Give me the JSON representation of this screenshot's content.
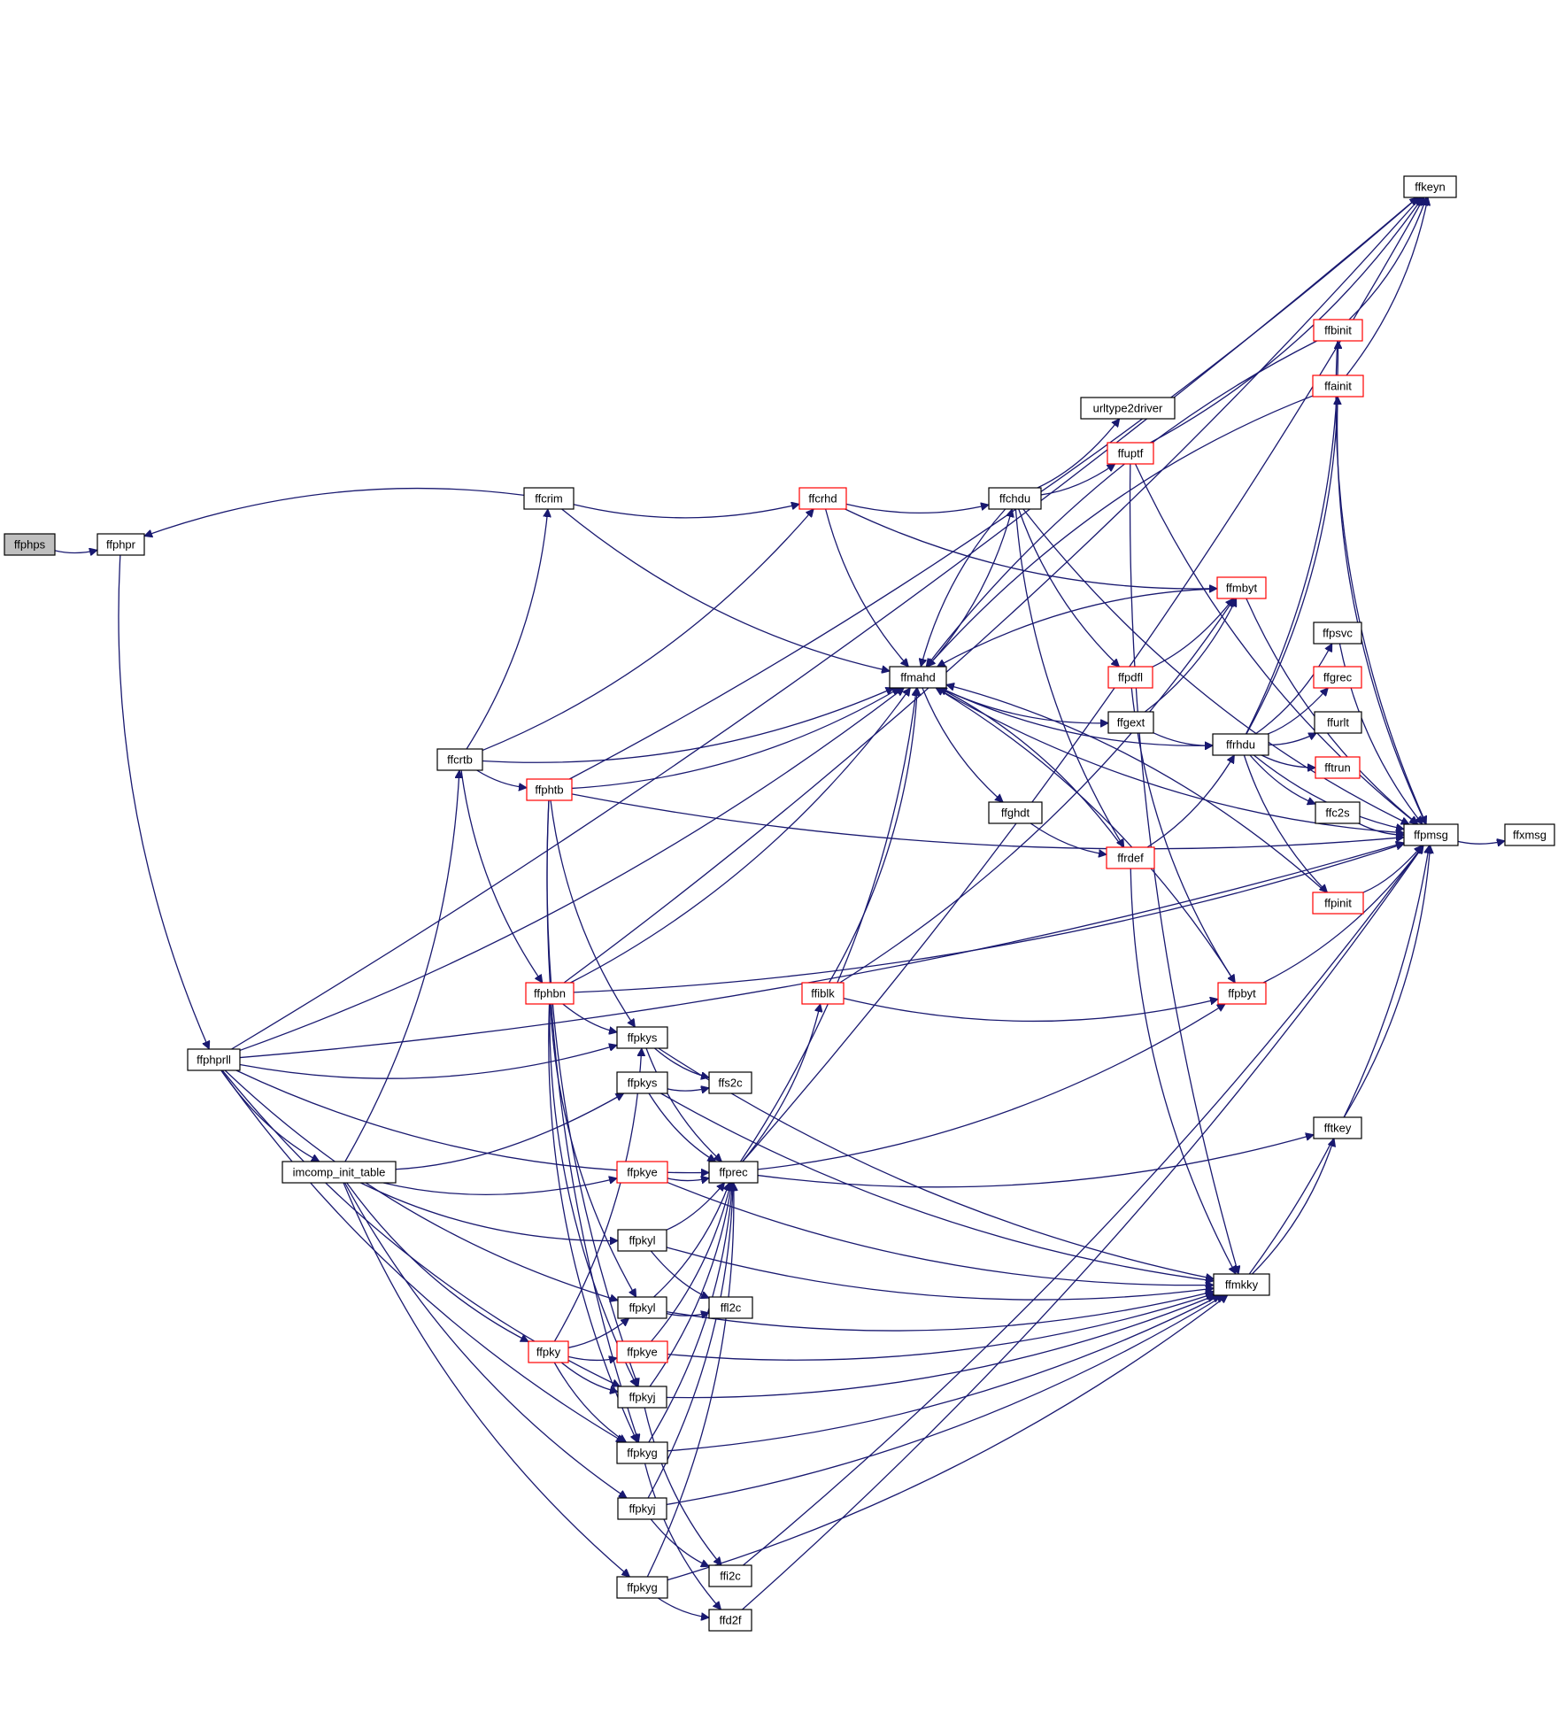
{
  "colors": {
    "edge": "#191970",
    "root_fill": "#bfbfbf",
    "node_fill": "#ffffff",
    "node_border": "#000000",
    "linked_border": "#ff0000"
  },
  "nodes": [
    {
      "id": "ffphps",
      "label": "ffphps",
      "style": "root"
    },
    {
      "id": "ffphpr",
      "label": "ffphpr",
      "style": "normal"
    },
    {
      "id": "ffphprll",
      "label": "ffphprll",
      "style": "normal"
    },
    {
      "id": "ffcrim",
      "label": "ffcrim",
      "style": "normal"
    },
    {
      "id": "ffcrtb",
      "label": "ffcrtb",
      "style": "normal"
    },
    {
      "id": "imcomp_init_table",
      "label": "imcomp_init_table",
      "style": "normal"
    },
    {
      "id": "ffphtb",
      "label": "ffphtb",
      "style": "red"
    },
    {
      "id": "ffphbn",
      "label": "ffphbn",
      "style": "red"
    },
    {
      "id": "ffpky",
      "label": "ffpky",
      "style": "red"
    },
    {
      "id": "ffpkys1",
      "label": "ffpkys",
      "style": "normal"
    },
    {
      "id": "ffpkys2",
      "label": "ffpkys",
      "style": "normal"
    },
    {
      "id": "ffpkye1",
      "label": "ffpkye",
      "style": "red"
    },
    {
      "id": "ffpkyl1",
      "label": "ffpkyl",
      "style": "normal"
    },
    {
      "id": "ffpkyl2",
      "label": "ffpkyl",
      "style": "normal"
    },
    {
      "id": "ffpkye2",
      "label": "ffpkye",
      "style": "red"
    },
    {
      "id": "ffpkyj1",
      "label": "ffpkyj",
      "style": "normal"
    },
    {
      "id": "ffpkyg1",
      "label": "ffpkyg",
      "style": "normal"
    },
    {
      "id": "ffpkyj2",
      "label": "ffpkyj",
      "style": "normal"
    },
    {
      "id": "ffpkyg2",
      "label": "ffpkyg",
      "style": "normal"
    },
    {
      "id": "ffs2c",
      "label": "ffs2c",
      "style": "normal"
    },
    {
      "id": "ffprec",
      "label": "ffprec",
      "style": "normal"
    },
    {
      "id": "ffl2c",
      "label": "ffl2c",
      "style": "normal"
    },
    {
      "id": "ffi2c",
      "label": "ffi2c",
      "style": "normal"
    },
    {
      "id": "ffd2f",
      "label": "ffd2f",
      "style": "normal"
    },
    {
      "id": "ffcrhd",
      "label": "ffcrhd",
      "style": "red"
    },
    {
      "id": "ffmahd",
      "label": "ffmahd",
      "style": "normal"
    },
    {
      "id": "ffiblk",
      "label": "ffiblk",
      "style": "red"
    },
    {
      "id": "ffchdu",
      "label": "ffchdu",
      "style": "normal"
    },
    {
      "id": "ffghdt",
      "label": "ffghdt",
      "style": "normal"
    },
    {
      "id": "urltype2driver",
      "label": "urltype2driver",
      "style": "normal"
    },
    {
      "id": "ffuptf",
      "label": "ffuptf",
      "style": "red"
    },
    {
      "id": "ffpdfl",
      "label": "ffpdfl",
      "style": "red"
    },
    {
      "id": "ffgext",
      "label": "ffgext",
      "style": "normal"
    },
    {
      "id": "ffrdef",
      "label": "ffrdef",
      "style": "red"
    },
    {
      "id": "ffmbyt",
      "label": "ffmbyt",
      "style": "red"
    },
    {
      "id": "ffrhdu",
      "label": "ffrhdu",
      "style": "normal"
    },
    {
      "id": "ffpbyt",
      "label": "ffpbyt",
      "style": "red"
    },
    {
      "id": "ffmkky",
      "label": "ffmkky",
      "style": "normal"
    },
    {
      "id": "fftkey",
      "label": "fftkey",
      "style": "normal"
    },
    {
      "id": "ffbinit",
      "label": "ffbinit",
      "style": "red"
    },
    {
      "id": "ffainit",
      "label": "ffainit",
      "style": "red"
    },
    {
      "id": "ffpsvc",
      "label": "ffpsvc",
      "style": "normal"
    },
    {
      "id": "ffgrec",
      "label": "ffgrec",
      "style": "red"
    },
    {
      "id": "ffurlt",
      "label": "ffurlt",
      "style": "normal"
    },
    {
      "id": "fftrun",
      "label": "fftrun",
      "style": "red"
    },
    {
      "id": "ffc2s",
      "label": "ffc2s",
      "style": "normal"
    },
    {
      "id": "ffpinit",
      "label": "ffpinit",
      "style": "red"
    },
    {
      "id": "ffkeyn",
      "label": "ffkeyn",
      "style": "normal"
    },
    {
      "id": "ffpmsg",
      "label": "ffpmsg",
      "style": "normal"
    },
    {
      "id": "ffxmsg",
      "label": "ffxmsg",
      "style": "normal"
    }
  ],
  "edges": [
    [
      "ffphps",
      "ffphpr"
    ],
    [
      "ffphpr",
      "ffphprll"
    ],
    [
      "ffcrim",
      "ffphpr"
    ],
    [
      "ffcrim",
      "ffcrhd"
    ],
    [
      "ffcrim",
      "ffmahd"
    ],
    [
      "ffcrtb",
      "ffcrim"
    ],
    [
      "ffcrtb",
      "ffcrhd"
    ],
    [
      "ffcrtb",
      "ffmahd"
    ],
    [
      "ffcrtb",
      "ffphtb"
    ],
    [
      "ffcrtb",
      "ffphbn"
    ],
    [
      "imcomp_init_table",
      "ffcrtb"
    ],
    [
      "imcomp_init_table",
      "ffpkys2"
    ],
    [
      "imcomp_init_table",
      "ffpkye1"
    ],
    [
      "imcomp_init_table",
      "ffpkyl1"
    ],
    [
      "imcomp_init_table",
      "ffpky"
    ],
    [
      "imcomp_init_table",
      "ffpkyj2"
    ],
    [
      "imcomp_init_table",
      "ffpkyg2"
    ],
    [
      "imcomp_init_table",
      "ffpkeyn"
    ],
    [
      "ffphprll",
      "ffkeyn"
    ],
    [
      "ffphprll",
      "ffpmsg"
    ],
    [
      "ffphprll",
      "ffmahd"
    ],
    [
      "ffphprll",
      "ffpkys1"
    ],
    [
      "ffphprll",
      "ffprec"
    ],
    [
      "ffphprll",
      "imcomp_init_table"
    ],
    [
      "ffphprll",
      "ffpkyl2"
    ],
    [
      "ffphprll",
      "ffpkyj1"
    ],
    [
      "ffphprll",
      "ffpkyg1"
    ],
    [
      "ffphtb",
      "ffkeyn"
    ],
    [
      "ffphtb",
      "ffmahd"
    ],
    [
      "ffphtb",
      "ffpmsg"
    ],
    [
      "ffphtb",
      "ffpkys1"
    ],
    [
      "ffphtb",
      "ffpkyj1"
    ],
    [
      "ffphtb",
      "ffpkyg1"
    ],
    [
      "ffphbn",
      "ffkeyn"
    ],
    [
      "ffphbn",
      "ffmahd"
    ],
    [
      "ffphbn",
      "ffpmsg"
    ],
    [
      "ffphbn",
      "ffpkys1"
    ],
    [
      "ffphbn",
      "ffpkyj1"
    ],
    [
      "ffphbn",
      "ffpkyg1"
    ],
    [
      "ffphbn",
      "ffpkyl2"
    ],
    [
      "ffpky",
      "ffpkys1"
    ],
    [
      "ffpky",
      "ffpkyl2"
    ],
    [
      "ffpky",
      "ffpkye2"
    ],
    [
      "ffpky",
      "ffpkyj1"
    ],
    [
      "ffpky",
      "ffpkyg1"
    ],
    [
      "ffpkys1",
      "ffs2c"
    ],
    [
      "ffpkys1",
      "ffprec"
    ],
    [
      "ffpkys1",
      "ffmkky"
    ],
    [
      "ffpkys2",
      "ffs2c"
    ],
    [
      "ffpkys2",
      "ffprec"
    ],
    [
      "ffpkys2",
      "ffmkky"
    ],
    [
      "ffpkye1",
      "ffprec"
    ],
    [
      "ffpkye1",
      "ffmkky"
    ],
    [
      "ffpkyl1",
      "ffprec"
    ],
    [
      "ffpkyl1",
      "ffl2c"
    ],
    [
      "ffpkyl1",
      "ffmkky"
    ],
    [
      "ffpkyl2",
      "ffprec"
    ],
    [
      "ffpkyl2",
      "ffl2c"
    ],
    [
      "ffpkyl2",
      "ffmkky"
    ],
    [
      "ffpkye2",
      "ffprec"
    ],
    [
      "ffpkye2",
      "ffmkky"
    ],
    [
      "ffpkyj1",
      "ffprec"
    ],
    [
      "ffpkyj1",
      "ffi2c"
    ],
    [
      "ffpkyj1",
      "ffmkky"
    ],
    [
      "ffpkyg1",
      "ffprec"
    ],
    [
      "ffpkyg1",
      "ffd2f"
    ],
    [
      "ffpkyg1",
      "ffmkky"
    ],
    [
      "ffpkyj2",
      "ffprec"
    ],
    [
      "ffpkyj2",
      "ffi2c"
    ],
    [
      "ffpkyj2",
      "ffmkky"
    ],
    [
      "ffpkyg2",
      "ffprec"
    ],
    [
      "ffpkyg2",
      "ffd2f"
    ],
    [
      "ffpkyg2",
      "ffmkky"
    ],
    [
      "ffi2c",
      "ffpmsg"
    ],
    [
      "ffd2f",
      "ffpmsg"
    ],
    [
      "ffprec",
      "ffmahd"
    ],
    [
      "ffprec",
      "ffiblk"
    ],
    [
      "ffprec",
      "ffpbyt"
    ],
    [
      "ffprec",
      "fftkey"
    ],
    [
      "ffprec",
      "ffkeyn"
    ],
    [
      "ffcrhd",
      "ffchdu"
    ],
    [
      "ffcrhd",
      "ffmahd"
    ],
    [
      "ffcrhd",
      "ffmbyt"
    ],
    [
      "ffiblk",
      "ffmahd"
    ],
    [
      "ffiblk",
      "ffmbyt"
    ],
    [
      "ffiblk",
      "ffpbyt"
    ],
    [
      "ffmahd",
      "ffchdu"
    ],
    [
      "ffmahd",
      "ffgext"
    ],
    [
      "ffmahd",
      "ffghdt"
    ],
    [
      "ffmahd",
      "ffrhdu"
    ],
    [
      "ffmahd",
      "ffpmsg"
    ],
    [
      "ffchdu",
      "urltype2driver"
    ],
    [
      "ffchdu",
      "ffuptf"
    ],
    [
      "ffchdu",
      "ffpdfl"
    ],
    [
      "ffchdu",
      "ffrdef"
    ],
    [
      "ffchdu",
      "ffmahd"
    ],
    [
      "ffchdu",
      "ffpmsg"
    ],
    [
      "ffghdt",
      "ffrdef"
    ],
    [
      "ffuptf",
      "ffkeyn"
    ],
    [
      "ffuptf",
      "ffmkky"
    ],
    [
      "ffuptf",
      "ffpmsg"
    ],
    [
      "ffpdfl",
      "ffmbyt"
    ],
    [
      "ffpdfl",
      "ffpbyt"
    ],
    [
      "ffgext",
      "ffmbyt"
    ],
    [
      "ffgext",
      "ffrhdu"
    ],
    [
      "ffrdef",
      "ffmahd"
    ],
    [
      "ffrdef",
      "ffrhdu"
    ],
    [
      "ffrdef",
      "ffmkky"
    ],
    [
      "ffmbyt",
      "ffmahd"
    ],
    [
      "ffmbyt",
      "ffpmsg"
    ],
    [
      "ffrhdu",
      "ffbinit"
    ],
    [
      "ffrhdu",
      "ffainit"
    ],
    [
      "ffrhdu",
      "ffpsvc"
    ],
    [
      "ffrhdu",
      "ffgrec"
    ],
    [
      "ffrhdu",
      "ffurlt"
    ],
    [
      "ffrhdu",
      "fftrun"
    ],
    [
      "ffrhdu",
      "ffc2s"
    ],
    [
      "ffrhdu",
      "ffpinit"
    ],
    [
      "ffrhdu",
      "ffpmsg"
    ],
    [
      "ffpbyt",
      "ffmahd"
    ],
    [
      "ffpbyt",
      "ffpmsg"
    ],
    [
      "ffmkky",
      "fftkey"
    ],
    [
      "ffmkky",
      "ffpmsg"
    ],
    [
      "fftkey",
      "ffpmsg"
    ],
    [
      "ffbinit",
      "ffkeyn"
    ],
    [
      "ffbinit",
      "ffmahd"
    ],
    [
      "ffbinit",
      "ffpmsg"
    ],
    [
      "ffainit",
      "ffkeyn"
    ],
    [
      "ffainit",
      "ffmahd"
    ],
    [
      "ffainit",
      "ffpmsg"
    ],
    [
      "ffpsvc",
      "ffpmsg"
    ],
    [
      "ffc2s",
      "ffpmsg"
    ],
    [
      "ffpinit",
      "ffmahd"
    ],
    [
      "ffpinit",
      "ffpmsg"
    ],
    [
      "ffpmsg",
      "ffxmsg"
    ]
  ]
}
